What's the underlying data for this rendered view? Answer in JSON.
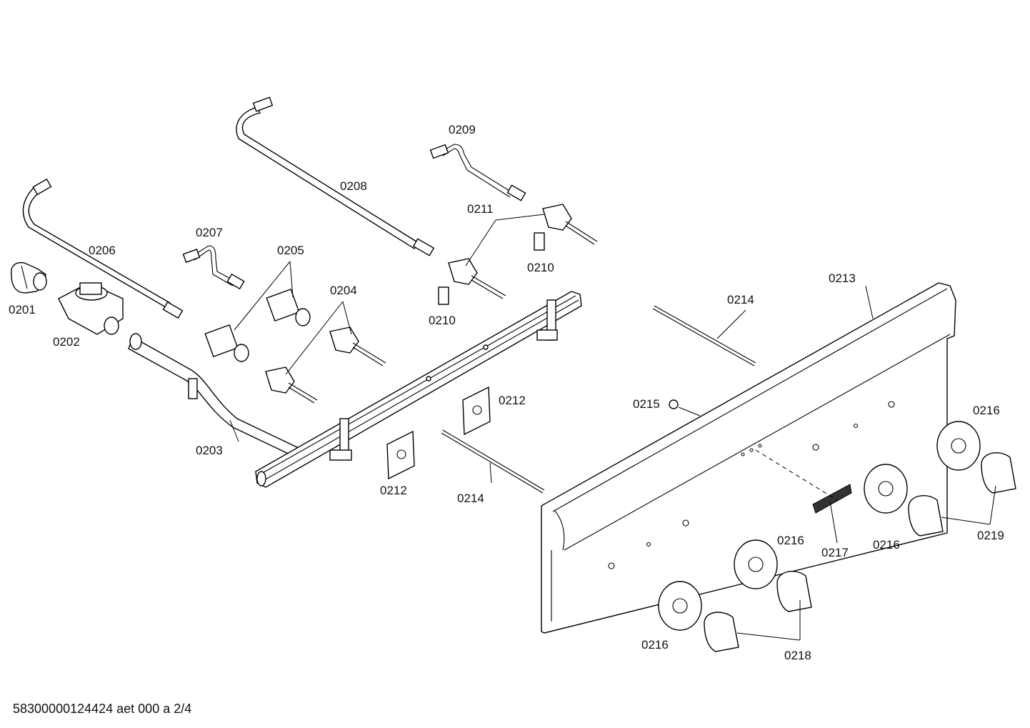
{
  "diagram": {
    "footer": "58300000124424 aet 000 a 2/4",
    "labels": {
      "p0201": "0201",
      "p0202": "0202",
      "p0203": "0203",
      "p0204": "0204",
      "p0205": "0205",
      "p0206": "0206",
      "p0207": "0207",
      "p0208": "0208",
      "p0209": "0209",
      "p0210a": "0210",
      "p0210b": "0210",
      "p0211": "0211",
      "p0212a": "0212",
      "p0212b": "0212",
      "p0213": "0213",
      "p0214a": "0214",
      "p0214b": "0214",
      "p0215": "0215",
      "p0216a": "0216",
      "p0216b": "0216",
      "p0216c": "0216",
      "p0216d": "0216",
      "p0217": "0217",
      "p0218": "0218",
      "p0219": "0219"
    }
  }
}
